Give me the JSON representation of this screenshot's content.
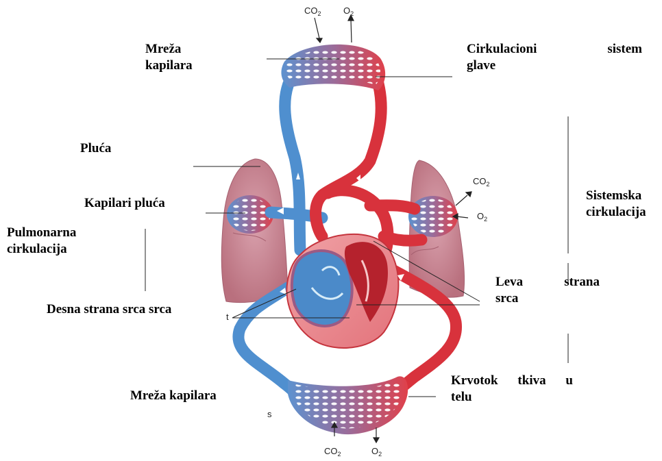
{
  "labels": {
    "capillary_top": [
      "Mreža",
      "kapilara"
    ],
    "head_circ": [
      "Cirkulacioni",
      "sistem",
      "glave"
    ],
    "lungs": "Pluća",
    "lung_caps": "Kapilari pluća",
    "pulmonary": [
      "Pulmonarna",
      "cirkulacija"
    ],
    "systemic": [
      "Sistemska",
      "cirkulacija"
    ],
    "left_heart": [
      "Leva",
      "strana",
      "srca"
    ],
    "right_heart": "Desna strana srca srca",
    "capillary_bottom": "Mreža kapilara",
    "tissue": [
      "Krvotok",
      "tkiva",
      "u",
      "telu"
    ],
    "t_mark": "t",
    "s_mark": "s"
  },
  "gases": {
    "co2": "CO",
    "o2": "O",
    "sub": "2"
  },
  "colors": {
    "arterial": "#d8323c",
    "venous": "#4f8fcf",
    "lung_tissue": "#c98a98",
    "heart_outline": "#9b5a84"
  }
}
